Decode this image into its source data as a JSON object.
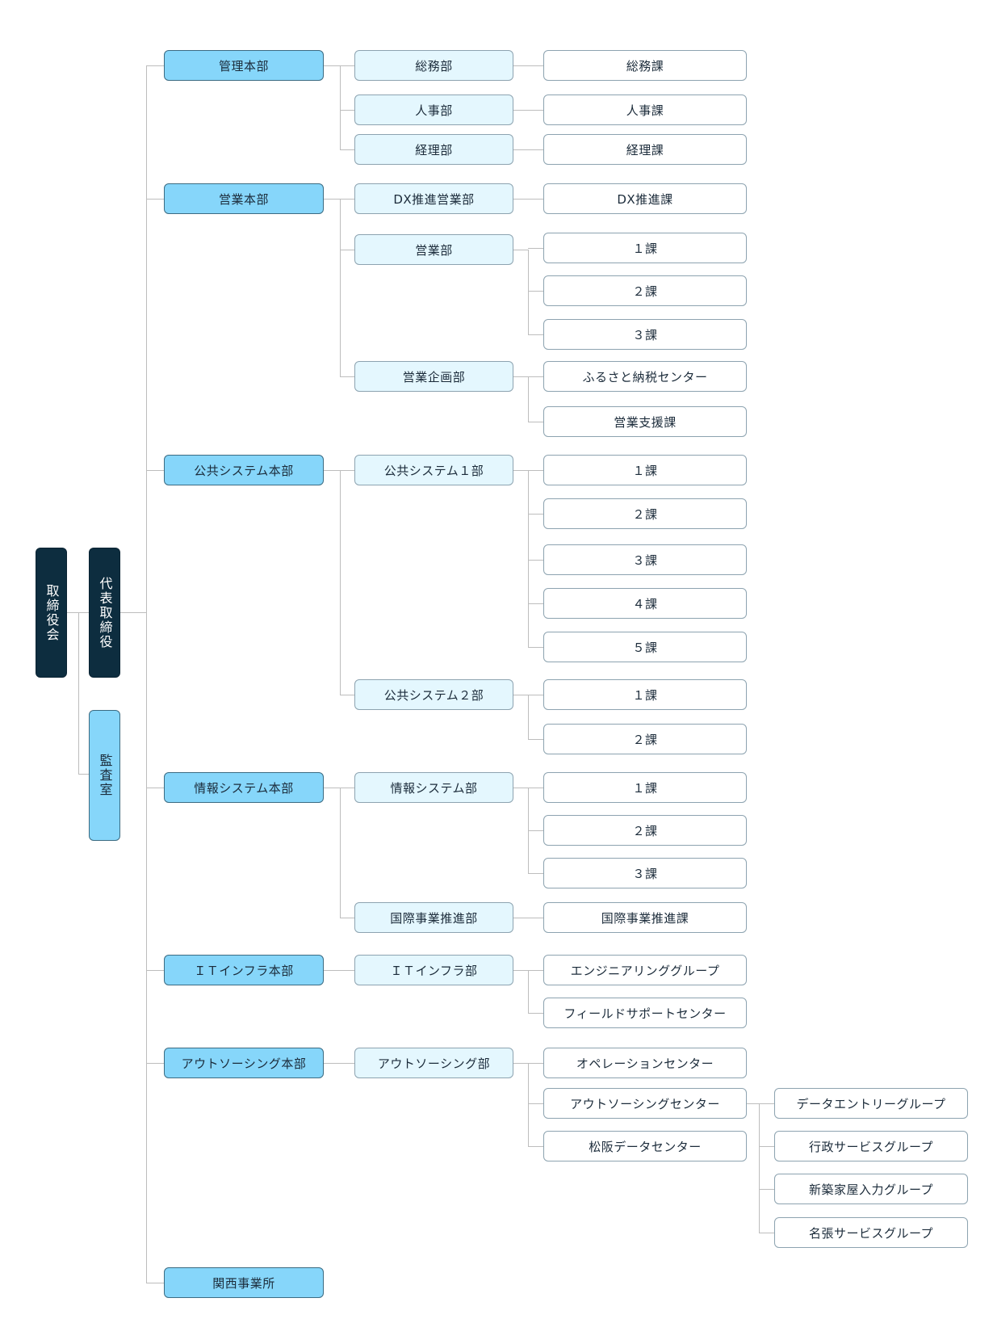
{
  "colors": {
    "executive": "#0d2d3f",
    "headquarters": "#86d6fa",
    "department": "#e4f7fe",
    "section": "#ffffff",
    "connector": "#bdbdbd"
  },
  "board": "取締役会",
  "president": "代表取締役",
  "audit": "監査室",
  "divisions": [
    {
      "name": "管理本部",
      "departments": [
        {
          "name": "総務部",
          "sections": [
            {
              "name": "総務課"
            }
          ]
        },
        {
          "name": "人事部",
          "sections": [
            {
              "name": "人事課"
            }
          ]
        },
        {
          "name": "経理部",
          "sections": [
            {
              "name": "経理課"
            }
          ]
        }
      ]
    },
    {
      "name": "営業本部",
      "departments": [
        {
          "name": "DX推進営業部",
          "sections": [
            {
              "name": "DX推進課"
            }
          ]
        },
        {
          "name": "営業部",
          "sections": [
            {
              "name": "１課"
            },
            {
              "name": "２課"
            },
            {
              "name": "３課"
            }
          ]
        },
        {
          "name": "営業企画部",
          "sections": [
            {
              "name": "ふるさと納税センター"
            },
            {
              "name": "営業支援課"
            }
          ]
        }
      ]
    },
    {
      "name": "公共システム本部",
      "departments": [
        {
          "name": "公共システム１部",
          "sections": [
            {
              "name": "１課"
            },
            {
              "name": "２課"
            },
            {
              "name": "３課"
            },
            {
              "name": "４課"
            },
            {
              "name": "５課"
            }
          ]
        },
        {
          "name": "公共システム２部",
          "sections": [
            {
              "name": "１課"
            },
            {
              "name": "２課"
            }
          ]
        }
      ]
    },
    {
      "name": "情報システム本部",
      "departments": [
        {
          "name": "情報システム部",
          "sections": [
            {
              "name": "１課"
            },
            {
              "name": "２課"
            },
            {
              "name": "３課"
            }
          ]
        },
        {
          "name": "国際事業推進部",
          "sections": [
            {
              "name": "国際事業推進課"
            }
          ]
        }
      ]
    },
    {
      "name": "ＩＴインフラ本部",
      "departments": [
        {
          "name": "ＩＴインフラ部",
          "sections": [
            {
              "name": "エンジニアリンググループ"
            },
            {
              "name": "フィールドサポートセンター"
            }
          ]
        }
      ]
    },
    {
      "name": "アウトソーシング本部",
      "departments": [
        {
          "name": "アウトソーシング部",
          "sections": [
            {
              "name": "オペレーションセンター"
            },
            {
              "name": "アウトソーシングセンター",
              "groups": [
                "データエントリーグループ",
                "行政サービスグループ",
                "新築家屋入力グループ",
                "名張サービスグループ"
              ]
            },
            {
              "name": "松阪データセンター"
            }
          ]
        }
      ]
    },
    {
      "name": "関西事業所",
      "departments": []
    }
  ]
}
